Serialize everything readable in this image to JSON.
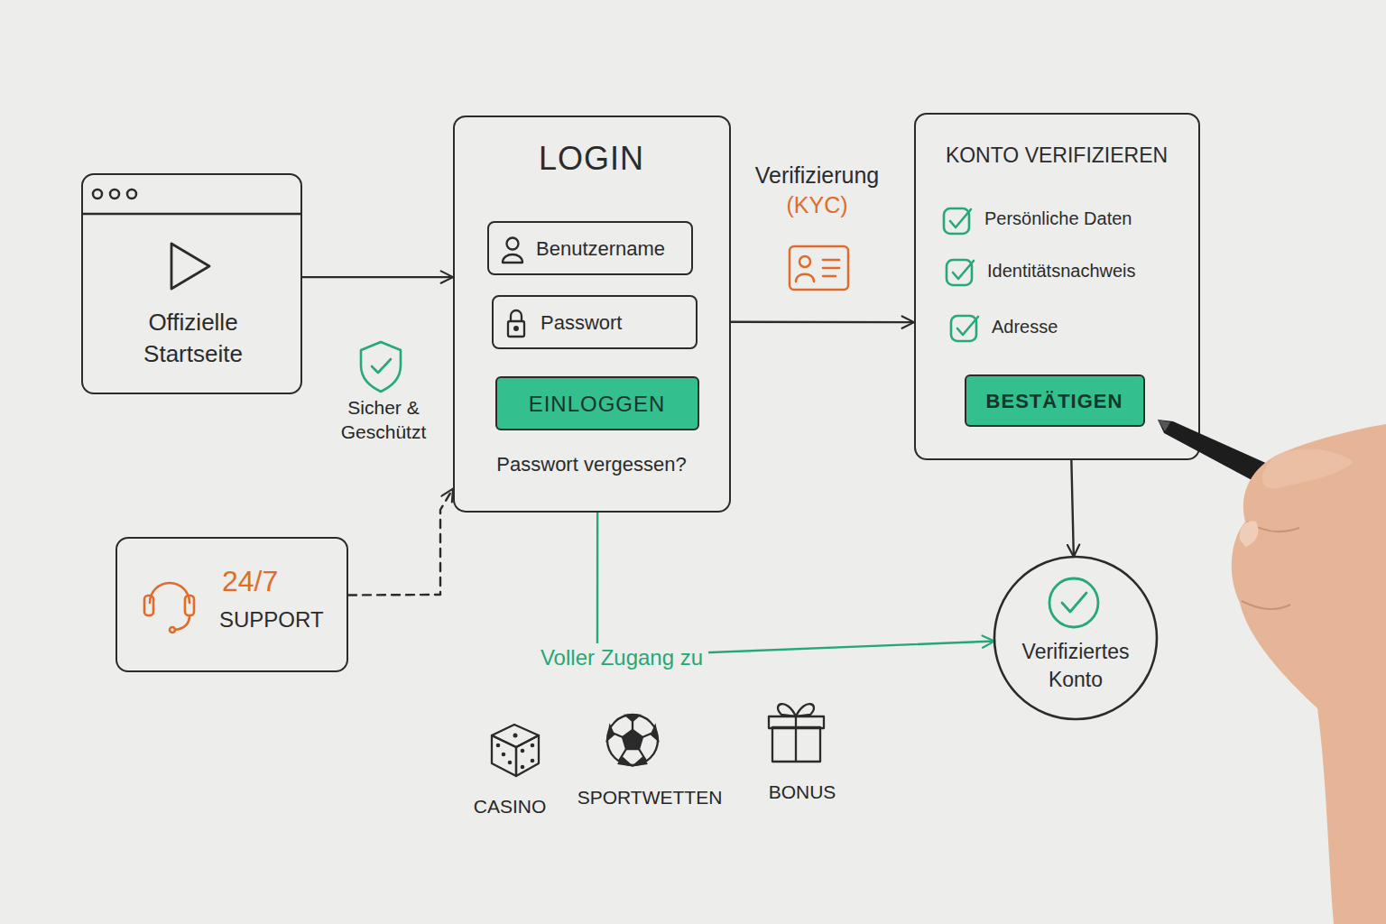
{
  "diagram": {
    "nodes": [
      {
        "text": [
          "Offizielle Startseite"
        ]
      },
      {
        "text": [
          "LOGIN",
          "Passwort vergessen?"
        ]
      },
      {
        "text": [
          "Benutzername"
        ],
        "in": 1
      },
      {
        "text": [
          "Passwort"
        ],
        "in": 1
      },
      {
        "text": [
          "EINLOGGEN"
        ],
        "in": 1
      },
      {
        "text": [
          "KONTO VERIFIZIEREN",
          "Persönliche Daten",
          "Identitätsnachweis",
          "Adresse"
        ]
      },
      {
        "text": [
          "BESTÄTIGEN"
        ],
        "in": 5
      },
      {
        "text": [
          "24/7",
          "SUPPORT"
        ]
      },
      {
        "text": [
          "Verifiziertes Konto"
        ]
      }
    ],
    "edges": [
      {
        "from": 0,
        "to": 1,
        "arrow": "to"
      },
      {
        "from": 1,
        "to": 5,
        "label": "Verifizierung (KYC)",
        "arrow": "to"
      },
      {
        "from": 5,
        "to": 8,
        "arrow": "to"
      },
      {
        "from": 7,
        "to": 1,
        "arrow": "to"
      },
      {
        "from": 1,
        "to": 8,
        "label": "Voller Zugang zu",
        "arrow": "to"
      }
    ],
    "labels": [
      "Sicher & Geschützt",
      "CASINO",
      "SPORTWETTEN",
      "BONUS"
    ]
  }
}
